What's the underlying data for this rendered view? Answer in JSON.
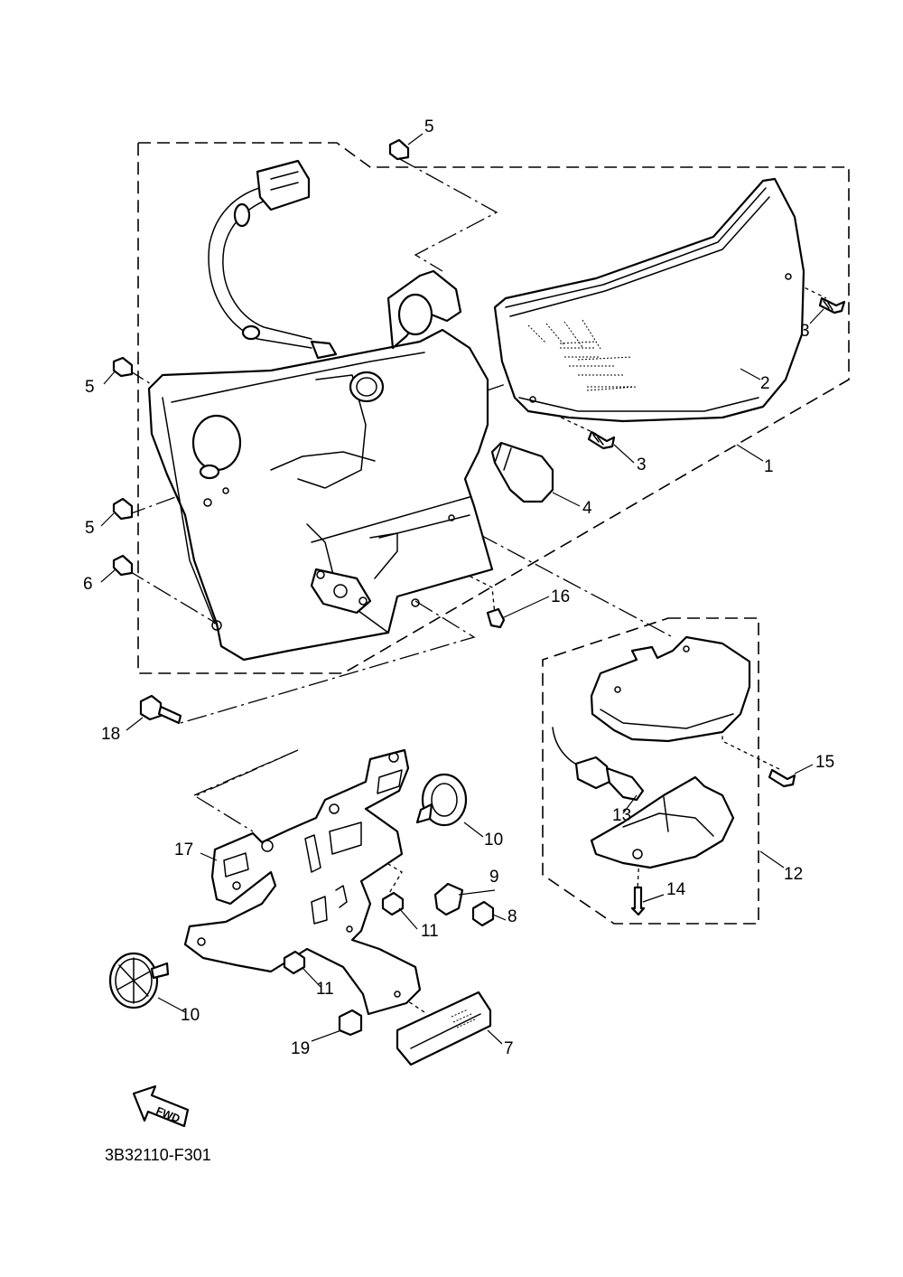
{
  "diagram_code": "3B32110-F301",
  "fwd_label": "FWD",
  "callouts": [
    {
      "id": "c5a",
      "text": "5"
    },
    {
      "id": "c3a",
      "text": "3"
    },
    {
      "id": "c2",
      "text": "2"
    },
    {
      "id": "c5b",
      "text": "5"
    },
    {
      "id": "c3b",
      "text": "3"
    },
    {
      "id": "c1",
      "text": "1"
    },
    {
      "id": "c4",
      "text": "4"
    },
    {
      "id": "c5c",
      "text": "5"
    },
    {
      "id": "c6",
      "text": "6"
    },
    {
      "id": "c16",
      "text": "16"
    },
    {
      "id": "c18",
      "text": "18"
    },
    {
      "id": "c15",
      "text": "15"
    },
    {
      "id": "c13",
      "text": "13"
    },
    {
      "id": "c10a",
      "text": "10"
    },
    {
      "id": "c17",
      "text": "17"
    },
    {
      "id": "c9",
      "text": "9"
    },
    {
      "id": "c8",
      "text": "8"
    },
    {
      "id": "c11a",
      "text": "11"
    },
    {
      "id": "c12",
      "text": "12"
    },
    {
      "id": "c14",
      "text": "14"
    },
    {
      "id": "c11b",
      "text": "11"
    },
    {
      "id": "c10b",
      "text": "10"
    },
    {
      "id": "c19",
      "text": "19"
    },
    {
      "id": "c7",
      "text": "7"
    }
  ]
}
